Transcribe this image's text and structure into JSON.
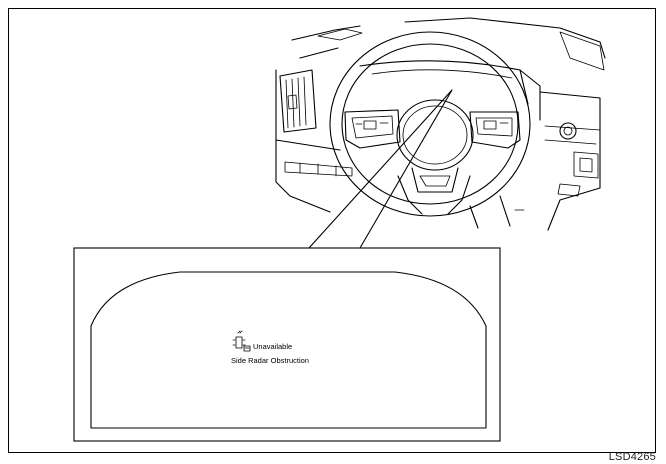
{
  "display": {
    "status_text": "Unavailable",
    "message_text": "Side Radar Obstruction",
    "warning_icon": "side-radar-icon"
  },
  "figure_code": "LSD4265"
}
